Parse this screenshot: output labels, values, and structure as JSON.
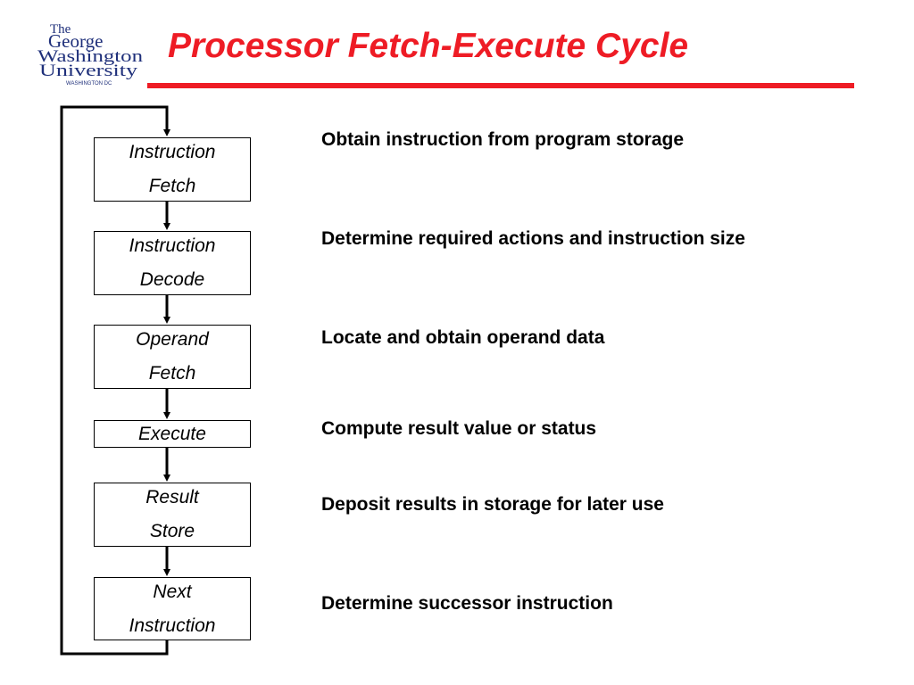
{
  "logo": {
    "line1": "The",
    "line2": "George",
    "line3": "Washington",
    "line4": "University",
    "line5": "WASHINGTON DC"
  },
  "title": "Processor Fetch-Execute Cycle",
  "colors": {
    "title": "#ee1c25",
    "rule": "#ee1c25",
    "logo": "#1e2f7a",
    "lines": "#000000"
  },
  "steps": [
    {
      "line1": "Instruction",
      "line2": "Fetch",
      "description": "Obtain instruction from program storage"
    },
    {
      "line1": "Instruction",
      "line2": "Decode",
      "description": "Determine required actions and instruction size"
    },
    {
      "line1": "Operand",
      "line2": "Fetch",
      "description": "Locate and obtain operand data"
    },
    {
      "line1": "Execute",
      "line2": "",
      "description": "Compute result value or status"
    },
    {
      "line1": "Result",
      "line2": "Store",
      "description": "Deposit results in storage for later use"
    },
    {
      "line1": "Next",
      "line2": "Instruction",
      "description": "Determine successor instruction"
    }
  ]
}
